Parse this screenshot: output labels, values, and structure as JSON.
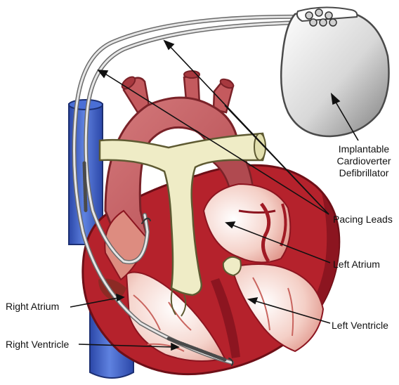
{
  "labels": {
    "icd_line1": "Implantable",
    "icd_line2": "Cardioverter",
    "icd_line3": "Defibrillator",
    "pacing_leads": "Pacing Leads",
    "left_atrium": "Left Atrium",
    "right_atrium": "Right Atrium",
    "left_ventricle": "Left Ventricle",
    "right_ventricle": "Right Ventricle"
  },
  "colors": {
    "heart_outer": "#b5222c",
    "heart_dark": "#8c1520",
    "aorta": "#c45a5e",
    "aorta_dark": "#8f2f35",
    "chamber_light": "#fbe9e3",
    "chamber_mid": "#e9a79c",
    "pulmonary": "#efecc6",
    "vena_cava": "#3f63c8",
    "vena_cava_dark": "#263f8c",
    "device_light": "#f2f2f2",
    "device_dark": "#8c8c8c",
    "lead": "#d9d9d9"
  }
}
